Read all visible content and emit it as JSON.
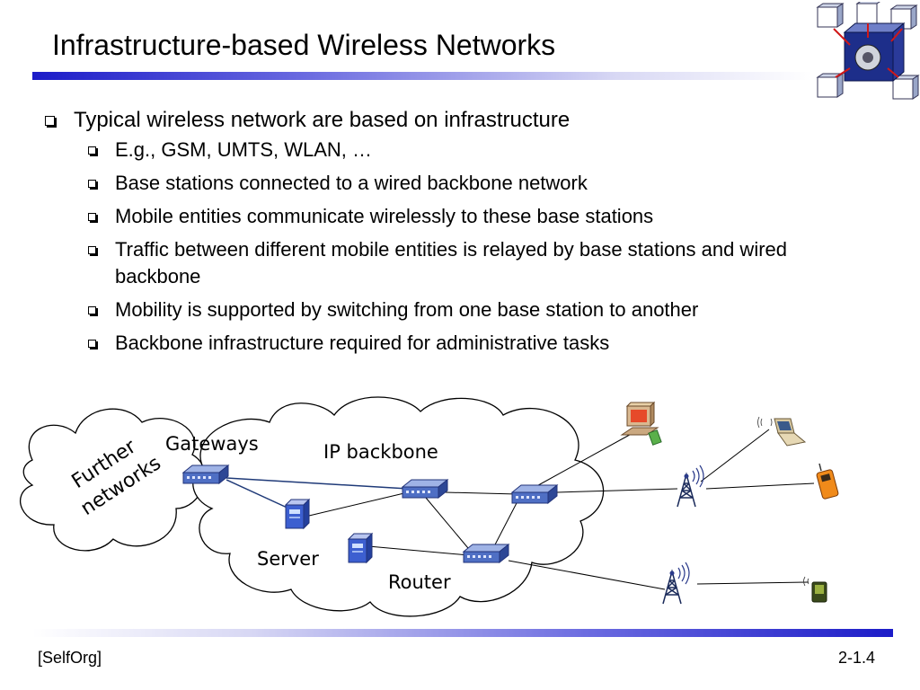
{
  "title": "Infrastructure-based Wireless Networks",
  "bullets": [
    {
      "text": "Typical wireless network are based on infrastructure",
      "sub": [
        "E.g., GSM, UMTS, WLAN, …",
        "Base stations connected to a wired backbone network",
        "Mobile entities communicate wirelessly to these base stations",
        "Traffic between different mobile entities is relayed by base stations and wired backbone",
        "Mobility is supported by switching from one base station to another",
        "Backbone infrastructure required for administrative tasks"
      ]
    }
  ],
  "diagram": {
    "further_networks_line1": "Further",
    "further_networks_line2": "networks",
    "gateways": "Gateways",
    "ip_backbone": "IP backbone",
    "server": "Server",
    "router": "Router"
  },
  "footer": {
    "left": "[SelfOrg]",
    "right": "2-1.4"
  },
  "colors": {
    "accent": "#1c1cc8",
    "router_fill": "#4f6fc4"
  }
}
